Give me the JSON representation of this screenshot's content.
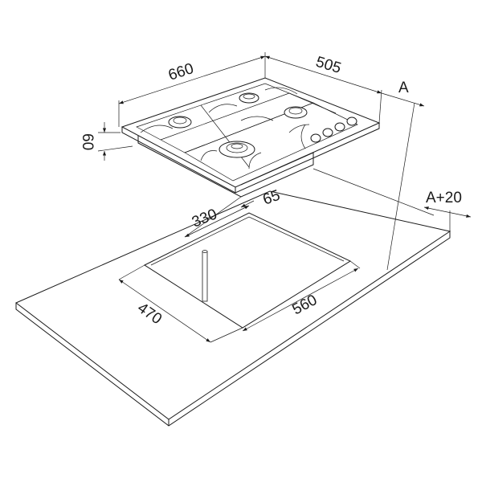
{
  "diagram": {
    "title": "Gas hob built-in installation dimensions",
    "labels": {
      "width": "660",
      "depth": "505",
      "clearance": "A",
      "height": "60",
      "offset": "65",
      "cutout_offset": "330",
      "clearance_plus": "A+20",
      "cutout_depth": "470",
      "cutout_width": "560"
    },
    "colors": {
      "line": "#1a1a1a",
      "background": "#ffffff"
    }
  }
}
